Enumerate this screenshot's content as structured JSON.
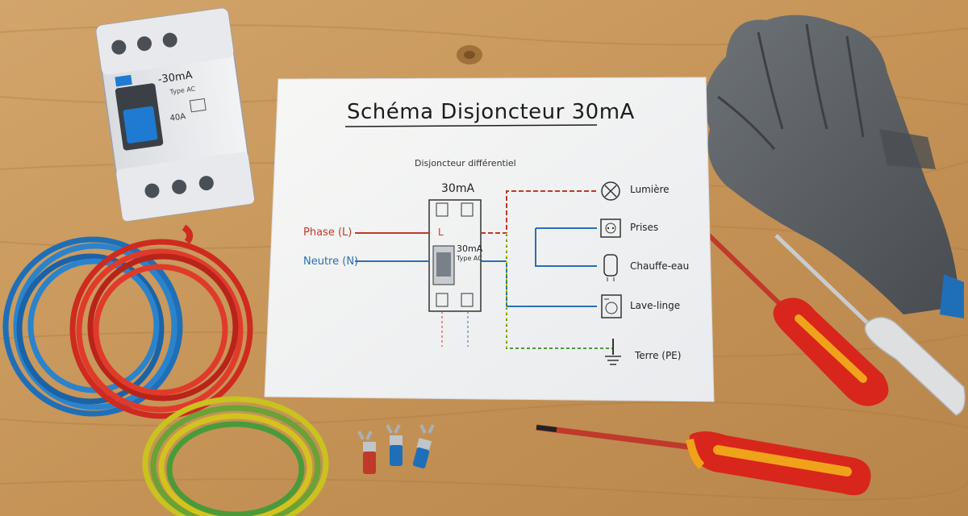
{
  "sheet": {
    "title": "Schéma Disjoncteur 30mA",
    "breaker_header_label": "Disjoncteur différentiel",
    "breaker_rating_top": "30mA",
    "breaker_rating_side": "30mA",
    "breaker_type_side": "Type AC",
    "breaker_l_mark": "L",
    "phase_label": "Phase (L)",
    "neutral_label": "Neutre (N)",
    "outputs": [
      {
        "label": "Lumière",
        "icon": "lamp-icon"
      },
      {
        "label": "Prises",
        "icon": "outlet-icon"
      },
      {
        "label": "Chauffe-eau",
        "icon": "water-heater-icon"
      },
      {
        "label": "Lave-linge",
        "icon": "washing-machine-icon"
      },
      {
        "label": "Terre (PE)",
        "icon": "ground-icon"
      }
    ]
  },
  "device": {
    "rating": "-30mA",
    "type": "Type AC",
    "voltage": "40A"
  },
  "colors": {
    "phase": "#c0392b",
    "neutral": "#2a6fb5",
    "earth_yellow": "#d4c21e",
    "earth_green": "#4b9a3a",
    "wood": "#c99a60",
    "glove": "#5b5f63",
    "screwdriver_red": "#d8261c",
    "screwdriver_yellow": "#f0a21a"
  }
}
